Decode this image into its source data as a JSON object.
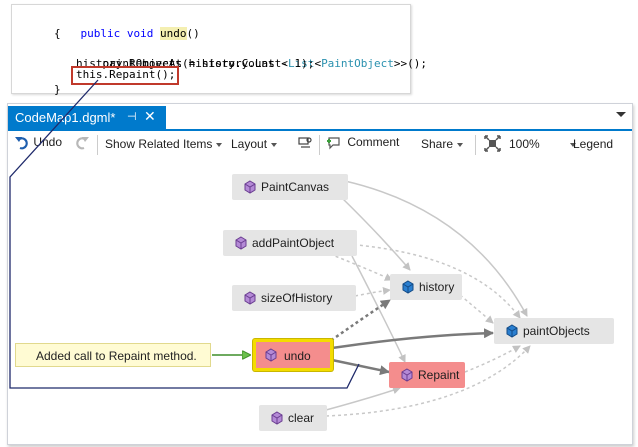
{
  "code": {
    "line1_kw1": "public",
    "line1_kw2": "void",
    "line1_name": "undo",
    "line1_rest": "()",
    "line2": "{",
    "line3_a": "paintObjects = history.Last<",
    "line3_t1": "List",
    "line3_b": "<",
    "line3_t2": "PaintObject",
    "line3_c": ">>();",
    "line4": "history.RemoveAt(history.Count - 1);",
    "line5": "this.Repaint();",
    "line6": "}"
  },
  "tab": {
    "title": "CodeMap1.dgml*",
    "pin": "⊣",
    "close": "✕"
  },
  "toolbar": {
    "undo": "Undo",
    "related": "Show Related Items",
    "layout": "Layout",
    "comment": "Comment",
    "share": "Share",
    "zoom": "100%",
    "legend": "Legend"
  },
  "nodes": {
    "paintcanvas": "PaintCanvas",
    "addpaintobject": "addPaintObject",
    "sizeofhistory": "sizeOfHistory",
    "history": "history",
    "paintobjects": "paintObjects",
    "undo": "undo",
    "repaint": "Repaint",
    "clear": "clear"
  },
  "comment_text": "Added call to Repaint method.",
  "colors": {
    "accent": "#007acc",
    "changed_node": "#f48d8d",
    "selection": "#f4dc00",
    "method_icon": "#8e5bb5",
    "field_icon": "#1f6fb5"
  }
}
